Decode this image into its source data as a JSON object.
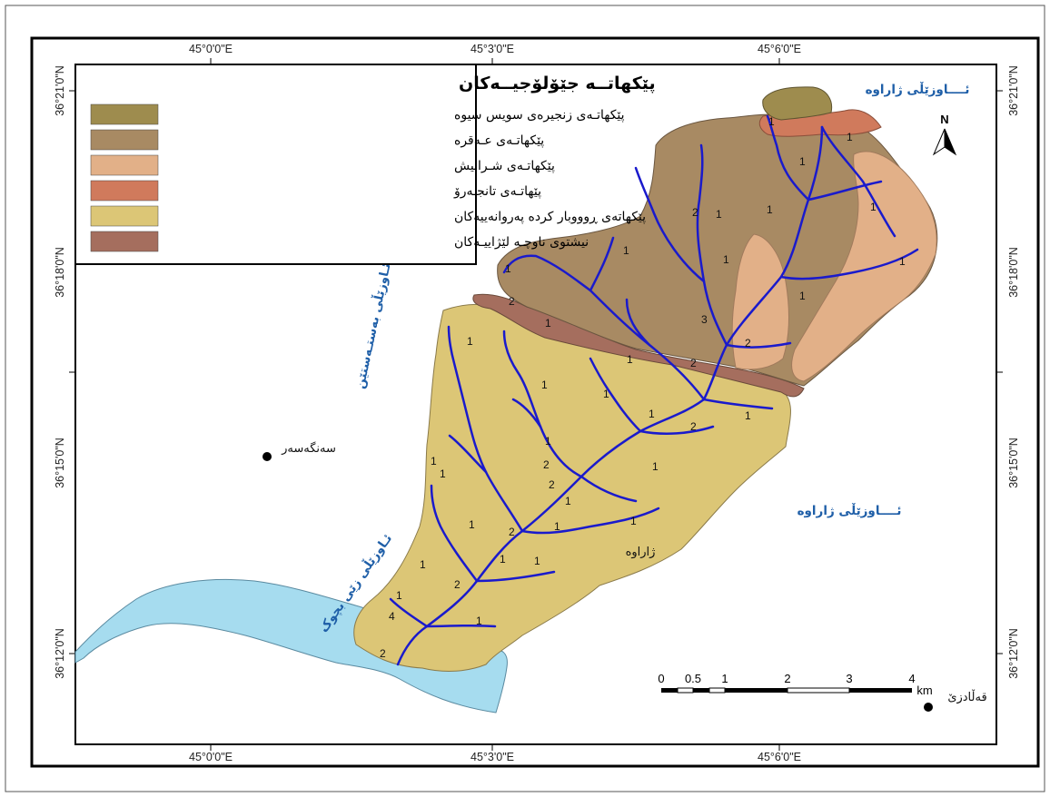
{
  "map": {
    "coordinates": {
      "top": [
        "45°0'0\"E",
        "45°3'0\"E",
        "45°6'0\"E"
      ],
      "bottom": [
        "45°0'0\"E",
        "45°3'0\"E",
        "45°6'0\"E"
      ],
      "left": [
        "36°21'0\"N",
        "36°18'0\"N",
        "36°15'0\"N",
        "36°12'0\"N"
      ],
      "right": [
        "36°21'0\"N",
        "36°18'0\"N",
        "36°15'0\"N",
        "36°12'0\"N"
      ]
    },
    "legend": {
      "title": "پێکهاتــە جێۆلۆجیــەکان",
      "items": [
        {
          "label": "پێکهاتـەی زنجیرەی سویس سیوە",
          "color": "#9e8c4e"
        },
        {
          "label": "پێکهاتـەی عـەقرە",
          "color": "#a88a63"
        },
        {
          "label": "پێکهاتـەی شـرانیش",
          "color": "#e2b088"
        },
        {
          "label": "پێهاتـەی تانجـەرۆ",
          "color": "#d07a5c"
        },
        {
          "label": "پێکهاتەی ڕوووبار کردە پەروانەییەکان",
          "color": "#dcc676"
        },
        {
          "label": "نیشتوی ناوچـە لێژاییـەکان",
          "color": "#a56e5e"
        }
      ]
    },
    "places": {
      "zharawa_top": "ئــــاوزێڵی ژاراوە",
      "zharawa_right": "ئــــاوزێڵی ژاراوە",
      "basteen": "ئـاوزێڵی بەستـەستێن",
      "zabi_bchuk": "ئـاوزێڵی زێی بچوک",
      "sangasar": "سەنگەسەر",
      "zharawa_town": "ژاراوە",
      "qaladze": "قەڵادزێ"
    },
    "north": "N",
    "scale": {
      "ticks": [
        "0",
        "0.5",
        "1",
        "2",
        "3",
        "4"
      ],
      "unit": "km"
    },
    "stream_orders": [
      "1",
      "1",
      "1",
      "1",
      "1",
      "1",
      "1",
      "1",
      "1",
      "2",
      "2",
      "2",
      "3",
      "1",
      "1",
      "1",
      "1",
      "2",
      "1",
      "1",
      "1",
      "2",
      "1",
      "1",
      "2",
      "1",
      "1",
      "2",
      "1",
      "1",
      "1",
      "4",
      "1",
      "2",
      "1",
      "1",
      "1",
      "1",
      "2",
      "1",
      "2",
      "1",
      "1"
    ]
  }
}
